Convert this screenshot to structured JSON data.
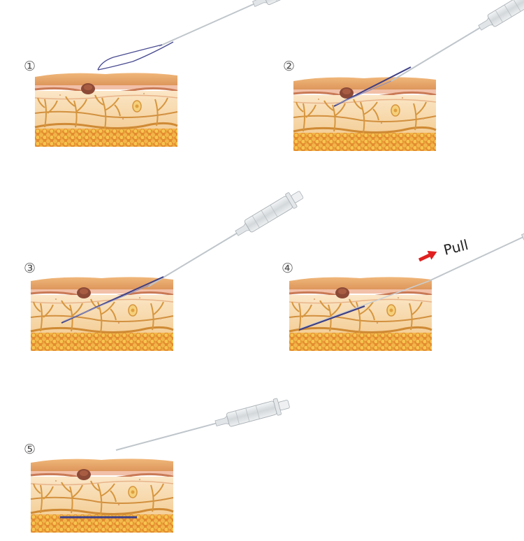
{
  "steps": [
    {
      "number": "①",
      "stage": "needle-above-skin"
    },
    {
      "number": "②",
      "stage": "needle-inserted-shallow"
    },
    {
      "number": "③",
      "stage": "needle-inserted-deep"
    },
    {
      "number": "④",
      "stage": "needle-withdrawn",
      "annotation": "Pull"
    },
    {
      "number": "⑤",
      "stage": "thread-left-in-skin"
    }
  ],
  "colors": {
    "epidermis": "#e6a468",
    "dermis": "#f8dcaf",
    "fat": "#e59a2e",
    "vessel": "#d5953e",
    "thread": "#3d3f86",
    "arrow": "#e02020",
    "syringe": "#d8dde0"
  },
  "icons": {
    "arrow": "red-arrow-icon",
    "syringe": "syringe-icon"
  }
}
